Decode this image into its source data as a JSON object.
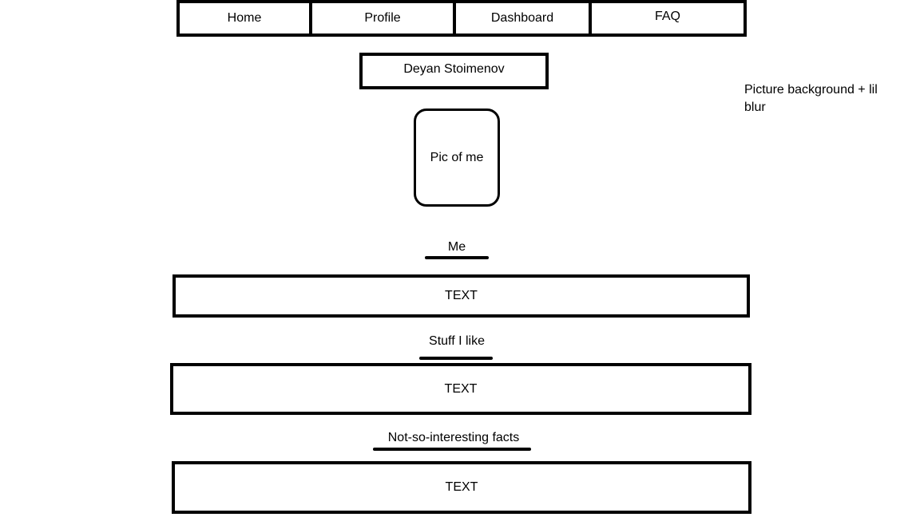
{
  "nav": {
    "items": [
      {
        "label": "Home"
      },
      {
        "label": "Profile"
      },
      {
        "label": "Dashboard"
      },
      {
        "label": "FAQ"
      }
    ]
  },
  "profile": {
    "name": "Deyan Stoimenov",
    "picture_placeholder": "Pic of me"
  },
  "note": "Picture background + lil blur",
  "sections": [
    {
      "heading": "Me",
      "body": "TEXT"
    },
    {
      "heading": "Stuff I like",
      "body": "TEXT"
    },
    {
      "heading": "Not-so-interesting facts",
      "body": "TEXT"
    }
  ]
}
